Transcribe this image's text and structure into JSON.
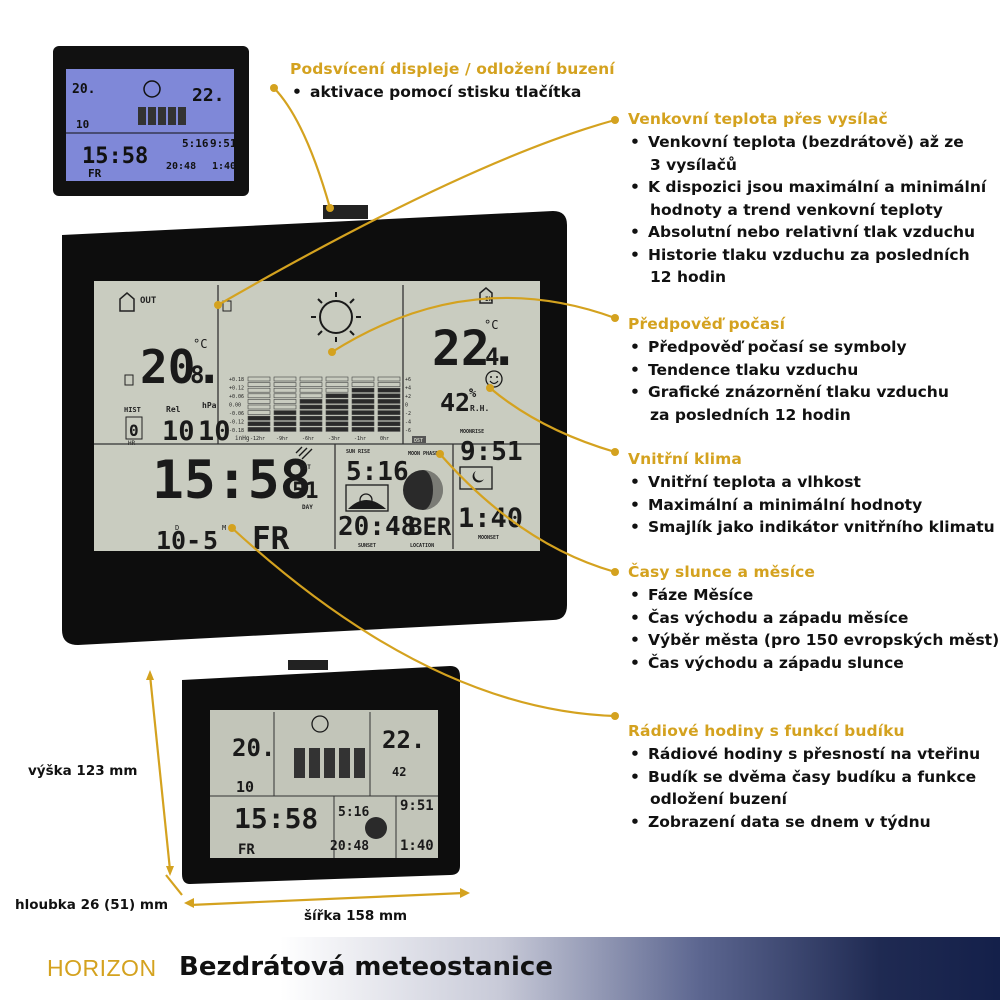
{
  "callouts": [
    {
      "id": "backlight",
      "title": "Podsvícení displeje / odložení buzení",
      "items": [
        [
          "aktivace pomocí stisku tlačítka"
        ]
      ]
    },
    {
      "id": "outdoor",
      "title": "Venkovní teplota přes vysílač",
      "items": [
        [
          "Venkovní teplota (bezdrátově) až ze",
          "3 vysílačů"
        ],
        [
          "K dispozici jsou maximální a minimální",
          "hodnoty a trend venkovní teploty"
        ],
        [
          "Absolutní nebo relativní tlak vzduchu"
        ],
        [
          "Historie tlaku vzduchu za posledních",
          "12 hodin"
        ]
      ]
    },
    {
      "id": "forecast",
      "title": "Předpověď počasí",
      "items": [
        [
          "Předpověď počasí se symboly"
        ],
        [
          "Tendence tlaku vzduchu"
        ],
        [
          "Grafické znázornění tlaku vzduchu",
          "za posledních 12 hodin"
        ]
      ]
    },
    {
      "id": "indoor",
      "title": "Vnitřní klima",
      "items": [
        [
          "Vnitřní teplota a vlhkost"
        ],
        [
          "Maximální a minimální hodnoty"
        ],
        [
          "Smajlík jako indikátor vnitřního klimatu"
        ]
      ]
    },
    {
      "id": "sunmoon",
      "title": "Časy slunce a měsíce",
      "items": [
        [
          "Fáze Měsíce"
        ],
        [
          "Čas východu a západu měsíce"
        ],
        [
          "Výběr města (pro 150 evropských měst)"
        ],
        [
          "Čas východu a západu slunce"
        ]
      ]
    },
    {
      "id": "clock",
      "title": "Rádiové hodiny s funkcí budíku",
      "items": [
        [
          "Rádiové hodiny s přesností na vteřinu"
        ],
        [
          "Budík se dvěma časy budíku a funkce",
          "odložení buzení"
        ],
        [
          "Zobrazení data se dnem v týdnu"
        ]
      ]
    }
  ],
  "dimensions": {
    "height": "výška 123 mm",
    "depth": "hloubka 26 (51) mm",
    "width": "šířka 158 mm"
  },
  "footer": {
    "brand": "HORIZON",
    "title": "Bezdrátová meteostanice"
  },
  "display": {
    "out_label": "OUT",
    "in_label": "IN",
    "out_temp": "20.",
    "out_temp_dec": "8",
    "unit_c": "°C",
    "in_temp": "22.",
    "in_temp_dec": "4",
    "hist_label": "HIST",
    "hist_value": "0",
    "hist_unit": "HR",
    "rel_label": "Rel",
    "hpa_label": "hPa",
    "pressure_a": "10",
    "pressure_b": "10",
    "humidity": "42",
    "humidity_unit": "%",
    "rh_label": "R.H.",
    "inhg_label": "inHg",
    "scale_left": [
      "+0.18",
      "+0.12",
      "+0.06",
      "0.00",
      "-0.06",
      "-0.12",
      "-0.18"
    ],
    "scale_right": [
      "+6",
      "+4",
      "+2",
      "0",
      "-2",
      "-4",
      "-6"
    ],
    "bar_hours": [
      "-12hr",
      "-9hr",
      "-6hr",
      "-3hr",
      "-1hr",
      "0hr"
    ],
    "bar_heights": [
      0.25,
      0.4,
      0.6,
      0.7,
      0.75,
      0.8
    ],
    "dst_label": "DST",
    "time": "15:58",
    "seconds": "51",
    "day_label": "DAY",
    "date": "10-",
    "month": "5",
    "month_label": "M",
    "weekday": "FR",
    "date_label": "D",
    "sunrise_label": "SUN RISE",
    "sunrise": "5:16",
    "moon_phase_label": "MOON PHASE",
    "moonrise_label": "MOONRISE",
    "moonrise": "9:51",
    "sunset_label": "SUNSET",
    "sunset": "20:48",
    "location_label": "LOCATION",
    "location": "BER",
    "moonset_label": "MOONSET",
    "moonset": "1:40"
  },
  "colors": {
    "gold": "#d4a21f",
    "lcd": "#c9ccc0",
    "lcd_small": "#c2c5b9",
    "lcd_blue": "#7f88d8",
    "frame": "#111111",
    "segment": "#1a1a1a"
  }
}
